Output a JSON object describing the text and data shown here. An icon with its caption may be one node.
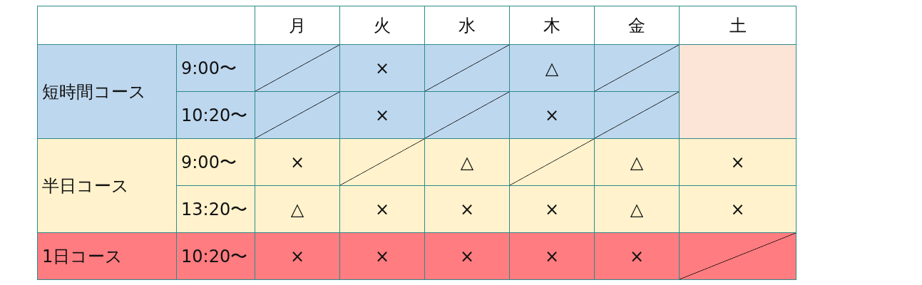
{
  "diagram": {
    "labels": [
      "月",
      "火",
      "水",
      "木",
      "金",
      "土",
      "短時間コース",
      "9:00〜",
      "×",
      "△",
      "10:20〜",
      "×",
      "×",
      "半日コース",
      "9:00〜",
      "×",
      "△",
      "△",
      "×",
      "13:20〜",
      "△",
      "×",
      "×",
      "×",
      "△",
      "×",
      "1日コース",
      "10:20〜",
      "×",
      "×",
      "×",
      "×",
      "×"
    ]
  }
}
